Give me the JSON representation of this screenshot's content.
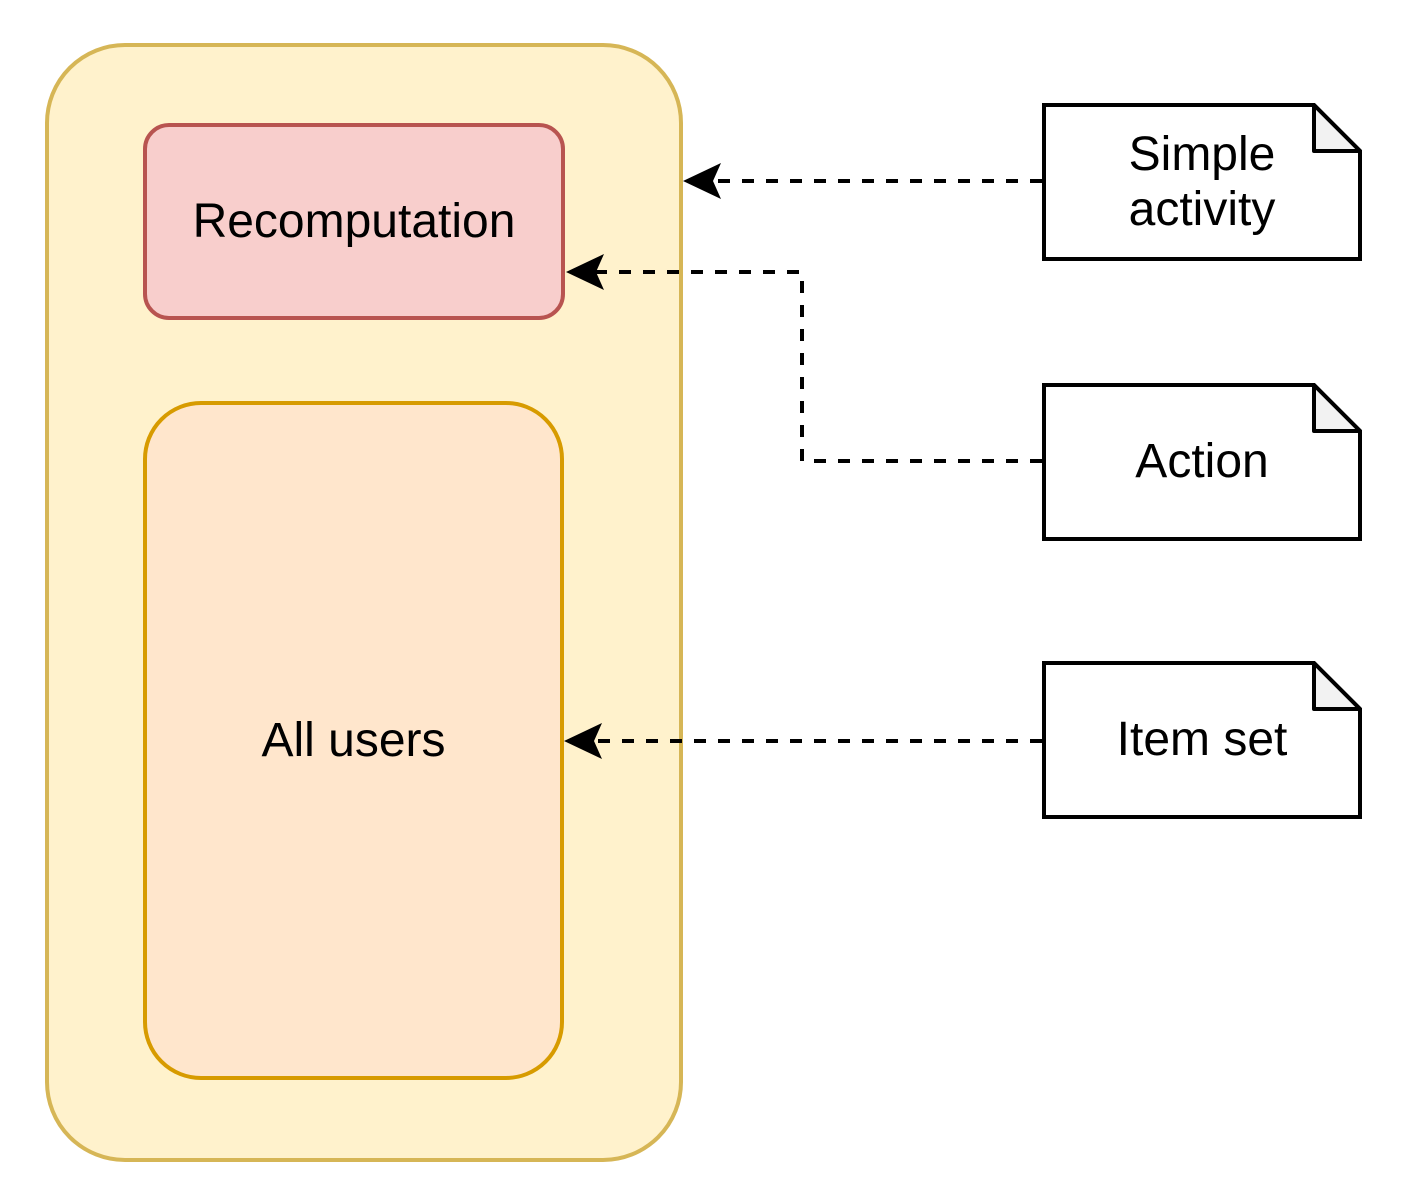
{
  "diagram": {
    "nodes": {
      "container": {
        "kind": "rounded-group",
        "fill": "#FFF2CC",
        "border": "#D6B656"
      },
      "recomputation": {
        "label": "Recomputation",
        "kind": "rounded-box",
        "fill": "#F8CECC",
        "border": "#B85450"
      },
      "all_users": {
        "label": "All users",
        "kind": "rounded-box",
        "fill": "#FFE6CC",
        "border": "#D79B00"
      }
    },
    "notes": [
      {
        "label": "Simple activity",
        "fill": "#FFFFFF",
        "border": "#000000",
        "fold_fill": "#F2F2F2"
      },
      {
        "label": "Action",
        "fill": "#FFFFFF",
        "border": "#000000",
        "fold_fill": "#F2F2F2"
      },
      {
        "label": "Item set",
        "fill": "#FFFFFF",
        "border": "#000000",
        "fold_fill": "#F2F2F2"
      }
    ],
    "connectors": [
      {
        "from": "Simple activity",
        "to": "container",
        "style": "dashed",
        "arrow": "left",
        "color": "#000000"
      },
      {
        "from": "Action",
        "to": "Recomputation",
        "style": "dashed",
        "arrow": "left",
        "color": "#000000"
      },
      {
        "from": "Item set",
        "to": "All users",
        "style": "dashed",
        "arrow": "left",
        "color": "#000000"
      }
    ],
    "text_color": "#000000"
  }
}
